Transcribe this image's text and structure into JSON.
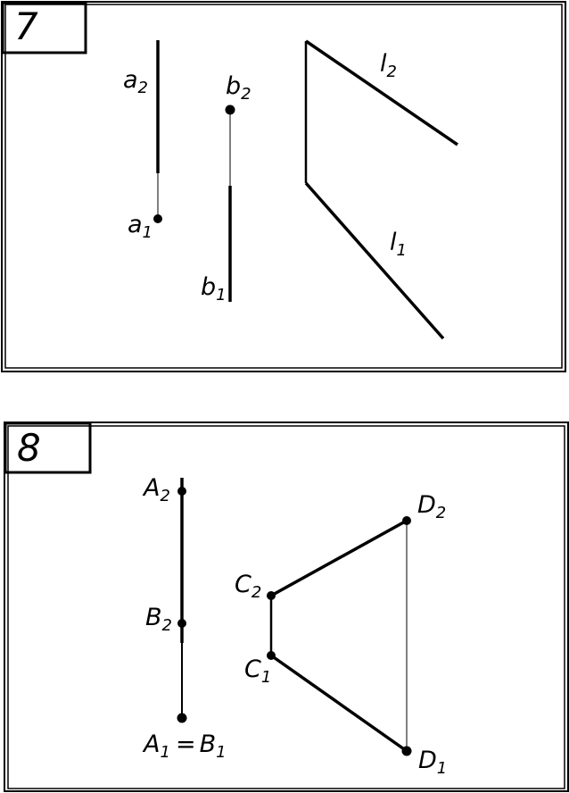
{
  "figure7": {
    "number": "7",
    "labels": {
      "a2": {
        "main": "a",
        "sub": "2"
      },
      "a1": {
        "main": "a",
        "sub": "1"
      },
      "b2": {
        "main": "b",
        "sub": "2"
      },
      "b1": {
        "main": "b",
        "sub": "1"
      },
      "l2": {
        "main": "l",
        "sub": "2"
      },
      "l1": {
        "main": "l",
        "sub": "1"
      }
    }
  },
  "figure8": {
    "number": "8",
    "labels": {
      "A2": {
        "main": "A",
        "sub": "2"
      },
      "B2": {
        "main": "B",
        "sub": "2"
      },
      "A1B1": {
        "main1": "A",
        "sub1": "1",
        "eq": "=",
        "main2": "B",
        "sub2": "1"
      },
      "C2": {
        "main": "C",
        "sub": "2"
      },
      "C1": {
        "main": "C",
        "sub": "1"
      },
      "D2": {
        "main": "D",
        "sub": "2"
      },
      "D1": {
        "main": "D",
        "sub": "1"
      }
    }
  },
  "colors": {
    "ink": "#000000",
    "background": "#ffffff"
  }
}
